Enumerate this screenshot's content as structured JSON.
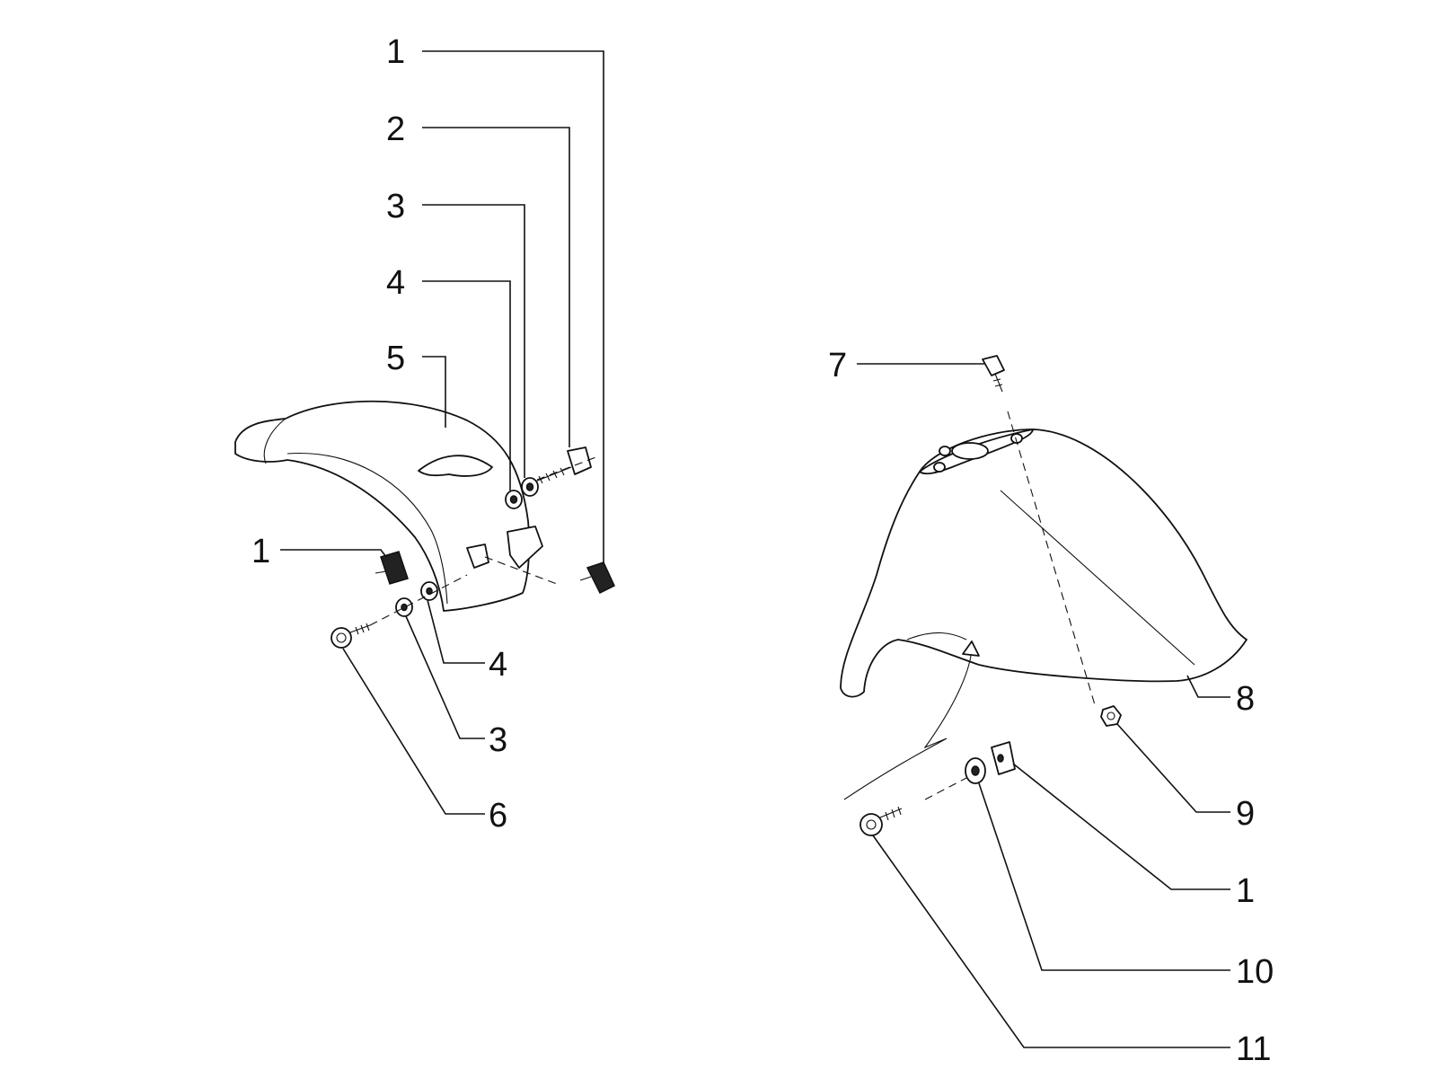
{
  "callouts": {
    "left": [
      "1",
      "2",
      "3",
      "4",
      "5",
      "1",
      "4",
      "3",
      "6"
    ],
    "right": [
      "7",
      "8",
      "9",
      "1",
      "10",
      "11"
    ]
  }
}
